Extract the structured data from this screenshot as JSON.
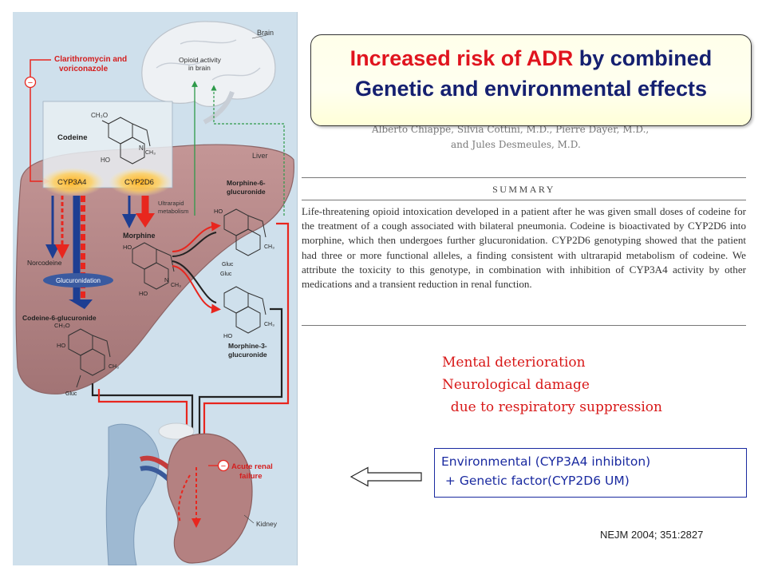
{
  "title": {
    "line1_red": "Increased risk of ADR",
    "line1_navy": " by combined",
    "line2": "Genetic and environmental effects"
  },
  "authors": {
    "line1": "Alberto Chiappe, Silvia Cottini, M.D., Pierre Dayer, M.D.,",
    "line2": "and Jules Desmeules, M.D."
  },
  "summary": {
    "heading": "SUMMARY",
    "text": "Life-threatening opioid intoxication developed in a patient after he was given small doses of codeine for the treatment of a cough associated with bilateral pneumonia. Codeine is bioactivated by CYP2D6 into morphine, which then undergoes further glucuronidation. CYP2D6 genotyping showed that the patient had three or more functional alleles, a finding consistent with ultrarapid metabolism of codeine. We attribute the toxicity to this genotype, in combination with inhibition of CYP3A4 activity by other medications and a transient reduction in renal function."
  },
  "effects": [
    "Mental deterioration",
    "Neurological damage",
    "  due to respiratory suppression"
  ],
  "causes": [
    "Environmental (CYP3A4 inhibiton)",
    " + Genetic factor(CYP2D6 UM)"
  ],
  "citation": "NEJM 2004; 351:2827",
  "figure": {
    "brain_label": "Brain",
    "opioid_activity_line1": "Opioid activity",
    "opioid_activity_line2": "in brain",
    "inhibitors_line1": "Clarithromycin and",
    "inhibitors_line2": "voriconazole",
    "minus_sign": "−",
    "codeine": "Codeine",
    "ch3o": "CH₃O",
    "ch3": "CH₃",
    "ho": "HO",
    "n": "N",
    "liver": "Liver",
    "cyp3a4": "CYP3A4",
    "cyp2d6": "CYP2D6",
    "ultrarapid_line1": "Ultrarapid",
    "ultrarapid_line2": "metabolism",
    "morphine": "Morphine",
    "norcodeine": "Norcodeine",
    "glucuronidation": "Glucuronidation",
    "codeine6g": "Codeine-6-glucuronide",
    "ch3o_gluc": "CH₃O",
    "gluc": "Gluc",
    "m6g_line1": "Morphine-6-",
    "m6g_line2": "glucuronide",
    "m3g_line1": "Morphine-3-",
    "m3g_line2": "glucuronide",
    "renal_line1": "Acute renal",
    "renal_line2": "failure",
    "kidney": "Kidney"
  },
  "colors": {
    "title_red": "#e0141e",
    "title_navy": "#152070",
    "effects_red": "#d81818",
    "causes_blue": "#1a2aa0",
    "pathway_red": "#e8261e",
    "pathway_blue": "#1e3e92",
    "liver": "#b7898a"
  }
}
